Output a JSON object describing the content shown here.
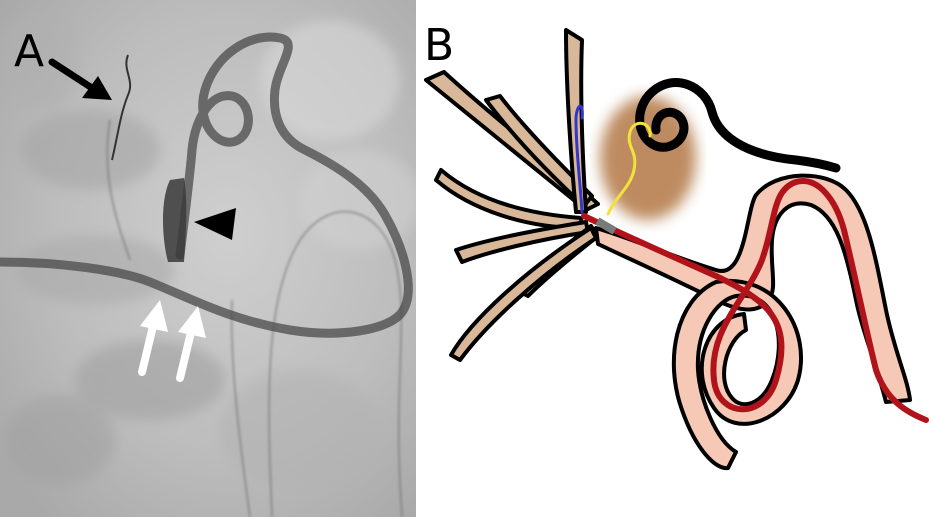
{
  "figure": {
    "panel_a": {
      "letter": "A",
      "kind": "fluoroscopic-xray",
      "markers": [
        "black-arrow",
        "black-arrowhead",
        "white-double-arrow"
      ]
    },
    "panel_b": {
      "letter": "B",
      "kind": "schematic-illustration",
      "colors": {
        "ureter_pink": "#f6c8b6",
        "catheter_red": "#b0141a",
        "pelvis_tan": "#d9b89a",
        "stone_brown": "#a8652a",
        "wire_yellow": "#f3e23a",
        "wire_blue": "#3535c8"
      }
    }
  }
}
